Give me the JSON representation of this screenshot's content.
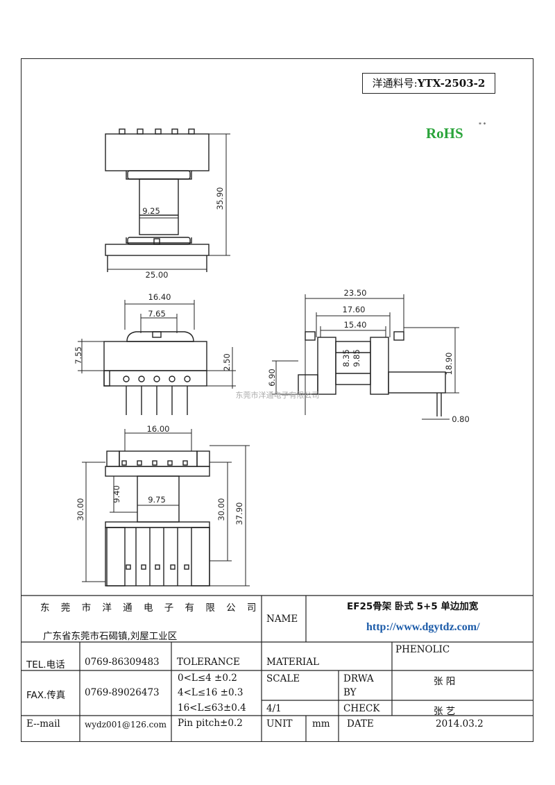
{
  "part_number": {
    "label": "洋通料号:",
    "value": "YTX-2503-2"
  },
  "rohs": {
    "text": "RoHS",
    "mark": "* *"
  },
  "dimensions": {
    "top_height": "35.90",
    "top_core": "9.25",
    "top_width": "25.00",
    "front_width": "16.40",
    "front_inner": "7.65",
    "front_left": "7.55",
    "front_right": "2.50",
    "side_total": "23.50",
    "side_mid": "17.60",
    "side_inner": "15.40",
    "side_a": "8.35",
    "side_b": "9.85",
    "side_height": "18.90",
    "side_left": "6.90",
    "pin_dia": "0.80",
    "bottom_width": "16.00",
    "bottom_a": "9.40",
    "bottom_b": "9.75",
    "bottom_left": "30.00",
    "bottom_right": "30.00",
    "bottom_total": "37.90"
  },
  "watermark": "东莞市洋通电子有限公司",
  "title_block": {
    "company": "东 莞 市 洋 通 电 子 有 限 公 司",
    "address": "广东省东莞市石碣镇,刘屋工业区",
    "name_label": "NAME",
    "name_value": "EF25骨架 卧式 5+5 单边加宽",
    "url": "http://www.dgytdz.com/",
    "tel_label": "TEL.电话",
    "tel_value": "0769-86309483",
    "tolerance_label": "TOLERANCE",
    "material_label": "MATERIAL",
    "material_value": "PHENOLIC",
    "fax_label": "FAX.传真",
    "fax_value": "0769-89026473",
    "tol_1": "0<L≤4  ±0.2",
    "tol_2": "4<L≤16 ±0.3",
    "tol_3": "16<L≤63±0.4",
    "tol_4": "Pin pitch±0.2",
    "scale_label": "SCALE",
    "scale_value": "4/1",
    "drawn_label_1": "DRWA",
    "drawn_label_2": "BY",
    "drawn_value": "张  阳",
    "check_label": "CHECK",
    "check_value": "张  艺",
    "email_label": "E--mail",
    "email_value": "wydz001@126.com",
    "unit_label": "UNIT",
    "unit_value": "mm",
    "date_label": "DATE",
    "date_value": "2014.03.2"
  }
}
